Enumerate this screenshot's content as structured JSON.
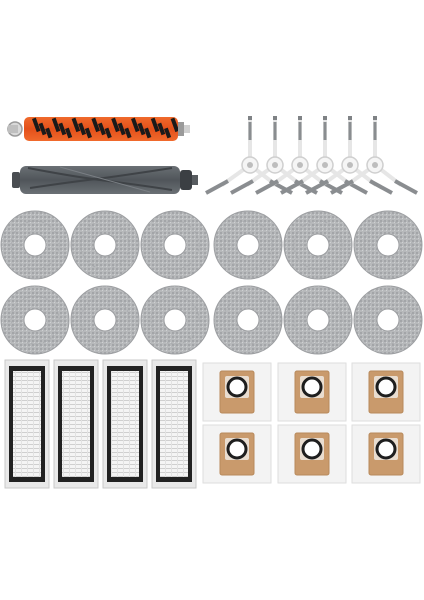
{
  "image": {
    "background": "#ffffff",
    "items": [
      {
        "kind": "main-brush",
        "count": 1,
        "color": "#e8531a",
        "bristle_color": "#1a1a1a"
      },
      {
        "kind": "rubber-main-brush",
        "count": 1,
        "color": "#555a5e"
      },
      {
        "kind": "side-brush",
        "count": 6,
        "color": "#f2f2f2",
        "bristle_color": "#8a8d90"
      },
      {
        "kind": "mop-pad",
        "count": 12,
        "color": "#b4b6b8"
      },
      {
        "kind": "hepa-filter",
        "count": 4,
        "color": "#f0f0f0",
        "frame_color": "#222222"
      },
      {
        "kind": "dust-bag",
        "count": 6,
        "color": "#c99a6c",
        "inset_color": "#e9ddd0"
      }
    ]
  }
}
